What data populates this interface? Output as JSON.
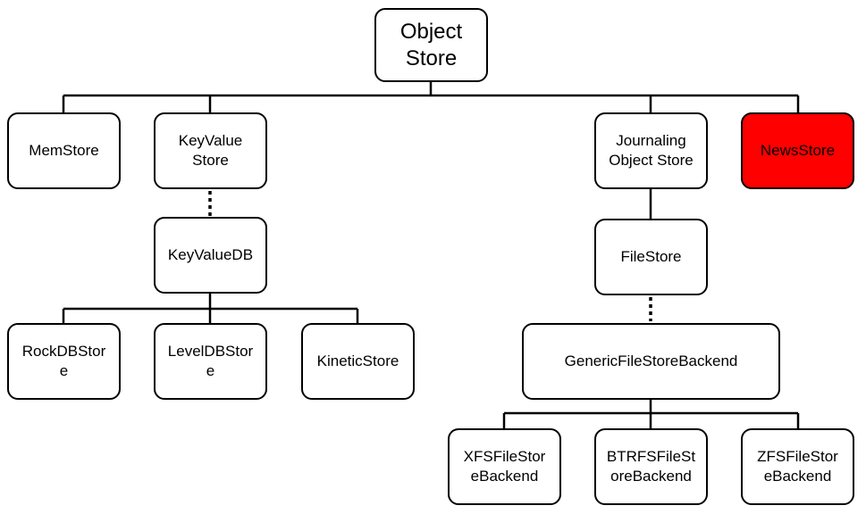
{
  "colors": {
    "box_border": "#000000",
    "box_fill": "#ffffff",
    "highlight_fill": "#ff0000",
    "line": "#000000"
  },
  "nodes": {
    "object_store": "Object\nStore",
    "memstore": "MemStore",
    "keyvalue_store": "KeyValue\nStore",
    "journaling_object_store": "Journaling\nObject Store",
    "newsstore": "NewsStore",
    "keyvaluedb": "KeyValueDB",
    "filestore": "FileStore",
    "rockdbstore": "RockDBStor\ne",
    "leveldbstore": "LevelDBStor\ne",
    "kineticstore": "KineticStore",
    "genericfilestorebackend": "GenericFileStoreBackend",
    "xfsfilestorebackend": "XFSFileStor\neBackend",
    "btrfsfilestorebackend": "BTRFSFileSt\noreBackend",
    "zfsfilestorebackend": "ZFSFileStor\neBackend"
  }
}
